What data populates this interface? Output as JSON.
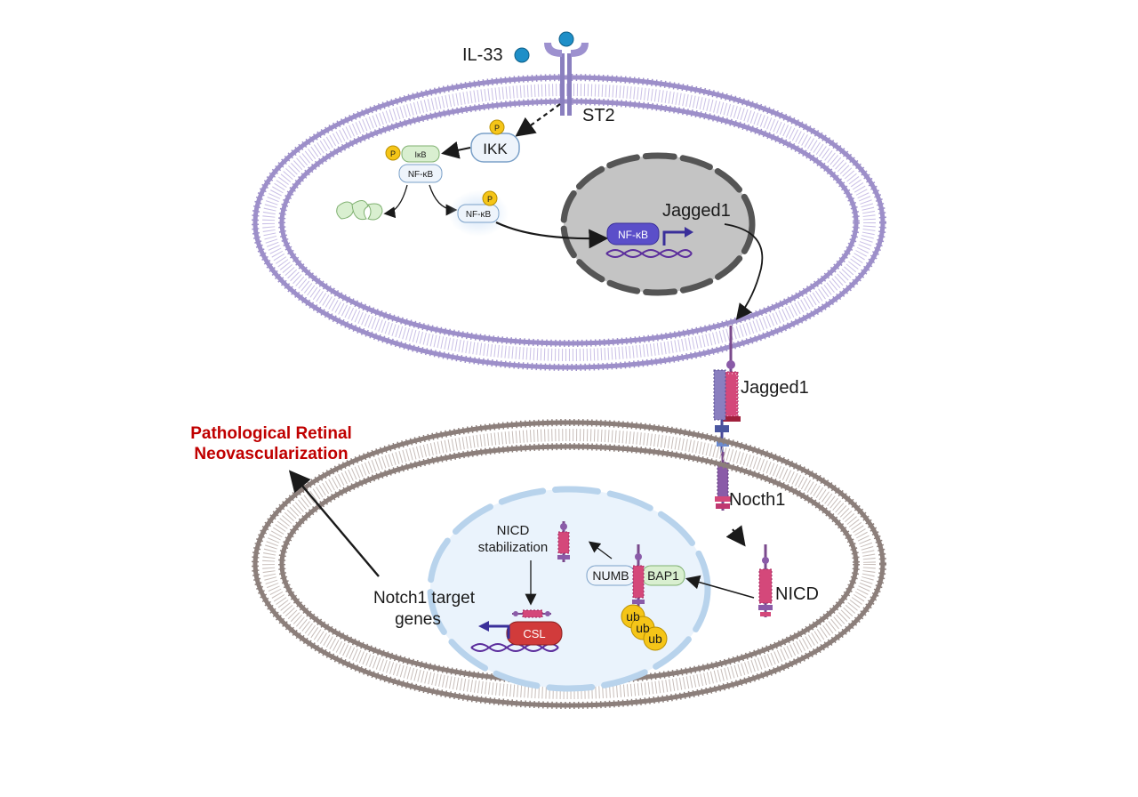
{
  "labels": {
    "il33": "IL-33",
    "st2": "ST2",
    "ikk": "IKK",
    "phospho": "P",
    "ikb": "IκB",
    "nfkb": "NF-κB",
    "jagged1_gene": "Jagged1",
    "jagged1_protein": "Jagged1",
    "notch1": "Nocth1",
    "nicd": "NICD",
    "nicd_stabilization_line1": "NICD",
    "nicd_stabilization_line2": "stabilization",
    "numb": "NUMB",
    "bap1": "BAP1",
    "ub": "ub",
    "csl": "CSL",
    "target_genes_line1": "Notch1 target",
    "target_genes_line2": "genes",
    "outcome_line1": "Pathological Retinal",
    "outcome_line2": "Neovascularization"
  },
  "colors": {
    "membrane_top": "#9d8fc9",
    "membrane_bottom": "#8c7f7b",
    "nucleus_top": "#c4c4c4",
    "nucleus_bottom": "#e9f2fc",
    "ikk_fill": "#eef4fb",
    "ikb_fill": "#d9efd0",
    "phospho_fill": "#f5c518",
    "nfkb_active": "#5b4fc9",
    "csl": "#d13b3b",
    "notch_pink": "#d4487a",
    "notch_purple": "#8a5ba8",
    "outcome_text": "#c00000"
  }
}
